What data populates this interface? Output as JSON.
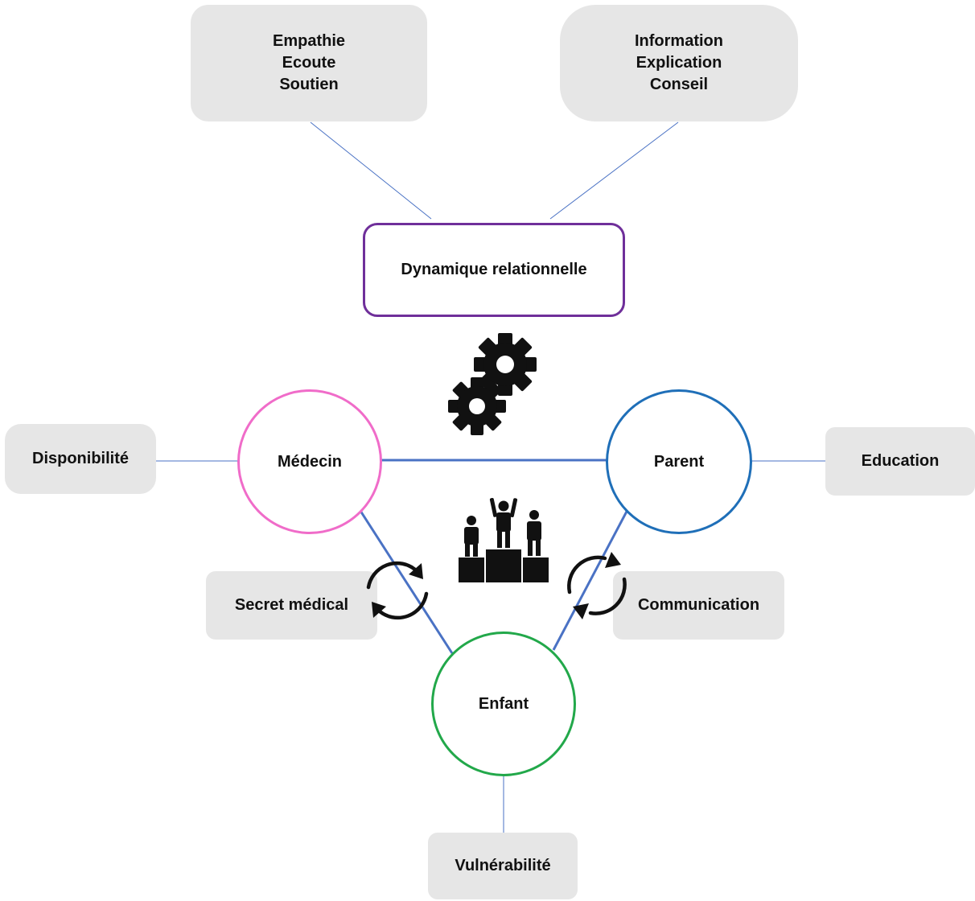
{
  "top_left_box": {
    "lines": [
      "Empathie",
      "Ecoute",
      "Soutien"
    ]
  },
  "top_right_box": {
    "lines": [
      "Information",
      "Explication",
      "Conseil"
    ]
  },
  "center_box": {
    "label": "Dynamique relationnelle",
    "border_color": "#6f2f9a"
  },
  "nodes": {
    "medecin": {
      "label": "Médecin",
      "color": "#f06cc9"
    },
    "parent": {
      "label": "Parent",
      "color": "#1f6fb8"
    },
    "enfant": {
      "label": "Enfant",
      "color": "#22a84a"
    }
  },
  "side_boxes": {
    "disponibilite": "Disponibilité",
    "education": "Education",
    "secret_medical": "Secret médical",
    "communication": "Communication",
    "vulnerabilite": "Vulnérabilité"
  },
  "icons": {
    "gears": "gears-icon",
    "podium": "podium-icon",
    "cycle_left": "cycle-arrows-icon",
    "cycle_right": "cycle-arrows-icon"
  },
  "colors": {
    "box_fill": "#e6e6e6",
    "connector": "#4a72c4",
    "text": "#111111"
  }
}
